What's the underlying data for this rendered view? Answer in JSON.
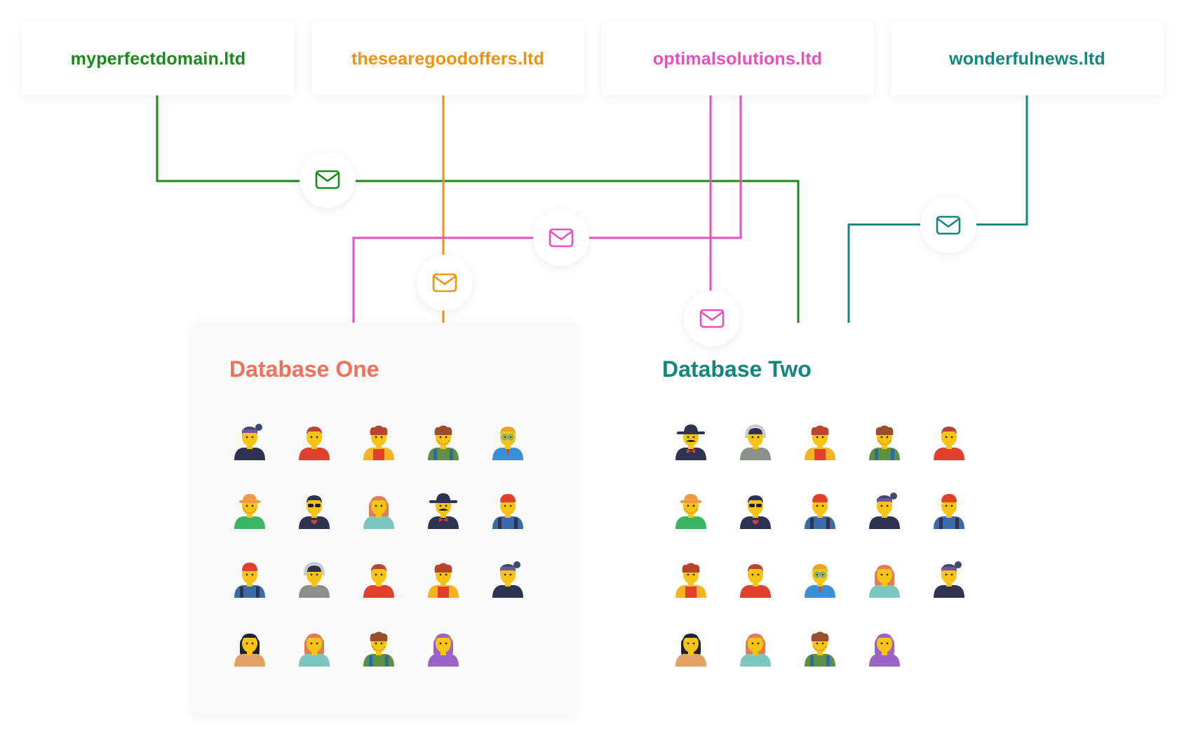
{
  "colors": {
    "green": "#1a8a1a",
    "orange": "#f0920f",
    "pink": "#e84fbf",
    "teal": "#11877f",
    "db_one": "#f0715a",
    "db_two": "#11877f"
  },
  "domains": [
    {
      "label": "myperfectdomain.ltd",
      "color": "#1a8a1a"
    },
    {
      "label": "thesearegoodoffers.ltd",
      "color": "#f0920f"
    },
    {
      "label": "optimalsolutions.ltd",
      "color": "#e84fbf"
    },
    {
      "label": "wonderfulnews.ltd",
      "color": "#11877f"
    }
  ],
  "mail_icons": [
    {
      "icon": "mail-icon",
      "color": "#1a8a1a"
    },
    {
      "icon": "mail-icon",
      "color": "#e84fbf"
    },
    {
      "icon": "mail-icon",
      "color": "#f0920f"
    },
    {
      "icon": "mail-icon",
      "color": "#e84fbf"
    },
    {
      "icon": "mail-icon",
      "color": "#11877f"
    }
  ],
  "databases": [
    {
      "title": "Database One",
      "avatars": [
        "explorer-purple-hair",
        "man-red-shirt",
        "curly-man-red-tank",
        "hiker-green-backpack",
        "teacher-glasses",
        "farmer-hat",
        "man-sunglasses",
        "redhead-woman-doctor",
        "cowboy-mustache",
        "pilot-red-cap",
        "pilot-red-cap",
        "astronaut-helmet",
        "man-red-shirt",
        "curly-man-red-tank",
        "explorer-purple-hair",
        "woman-black-hair",
        "redhead-woman-doctor",
        "hiker-green-backpack",
        "woman-purple-hair"
      ]
    },
    {
      "title": "Database Two",
      "avatars": [
        "cowboy-mustache",
        "astronaut-helmet",
        "curly-man-red-tank",
        "hiker-green-backpack",
        "man-red-shirt",
        "farmer-hat",
        "man-sunglasses",
        "pilot-red-cap",
        "explorer-purple-hair",
        "pilot-red-cap",
        "curly-man-red-tank",
        "man-red-shirt",
        "teacher-glasses",
        "redhead-woman-doctor",
        "explorer-purple-hair",
        "woman-black-hair",
        "redhead-woman-doctor",
        "hiker-green-backpack",
        "woman-purple-hair"
      ]
    }
  ]
}
